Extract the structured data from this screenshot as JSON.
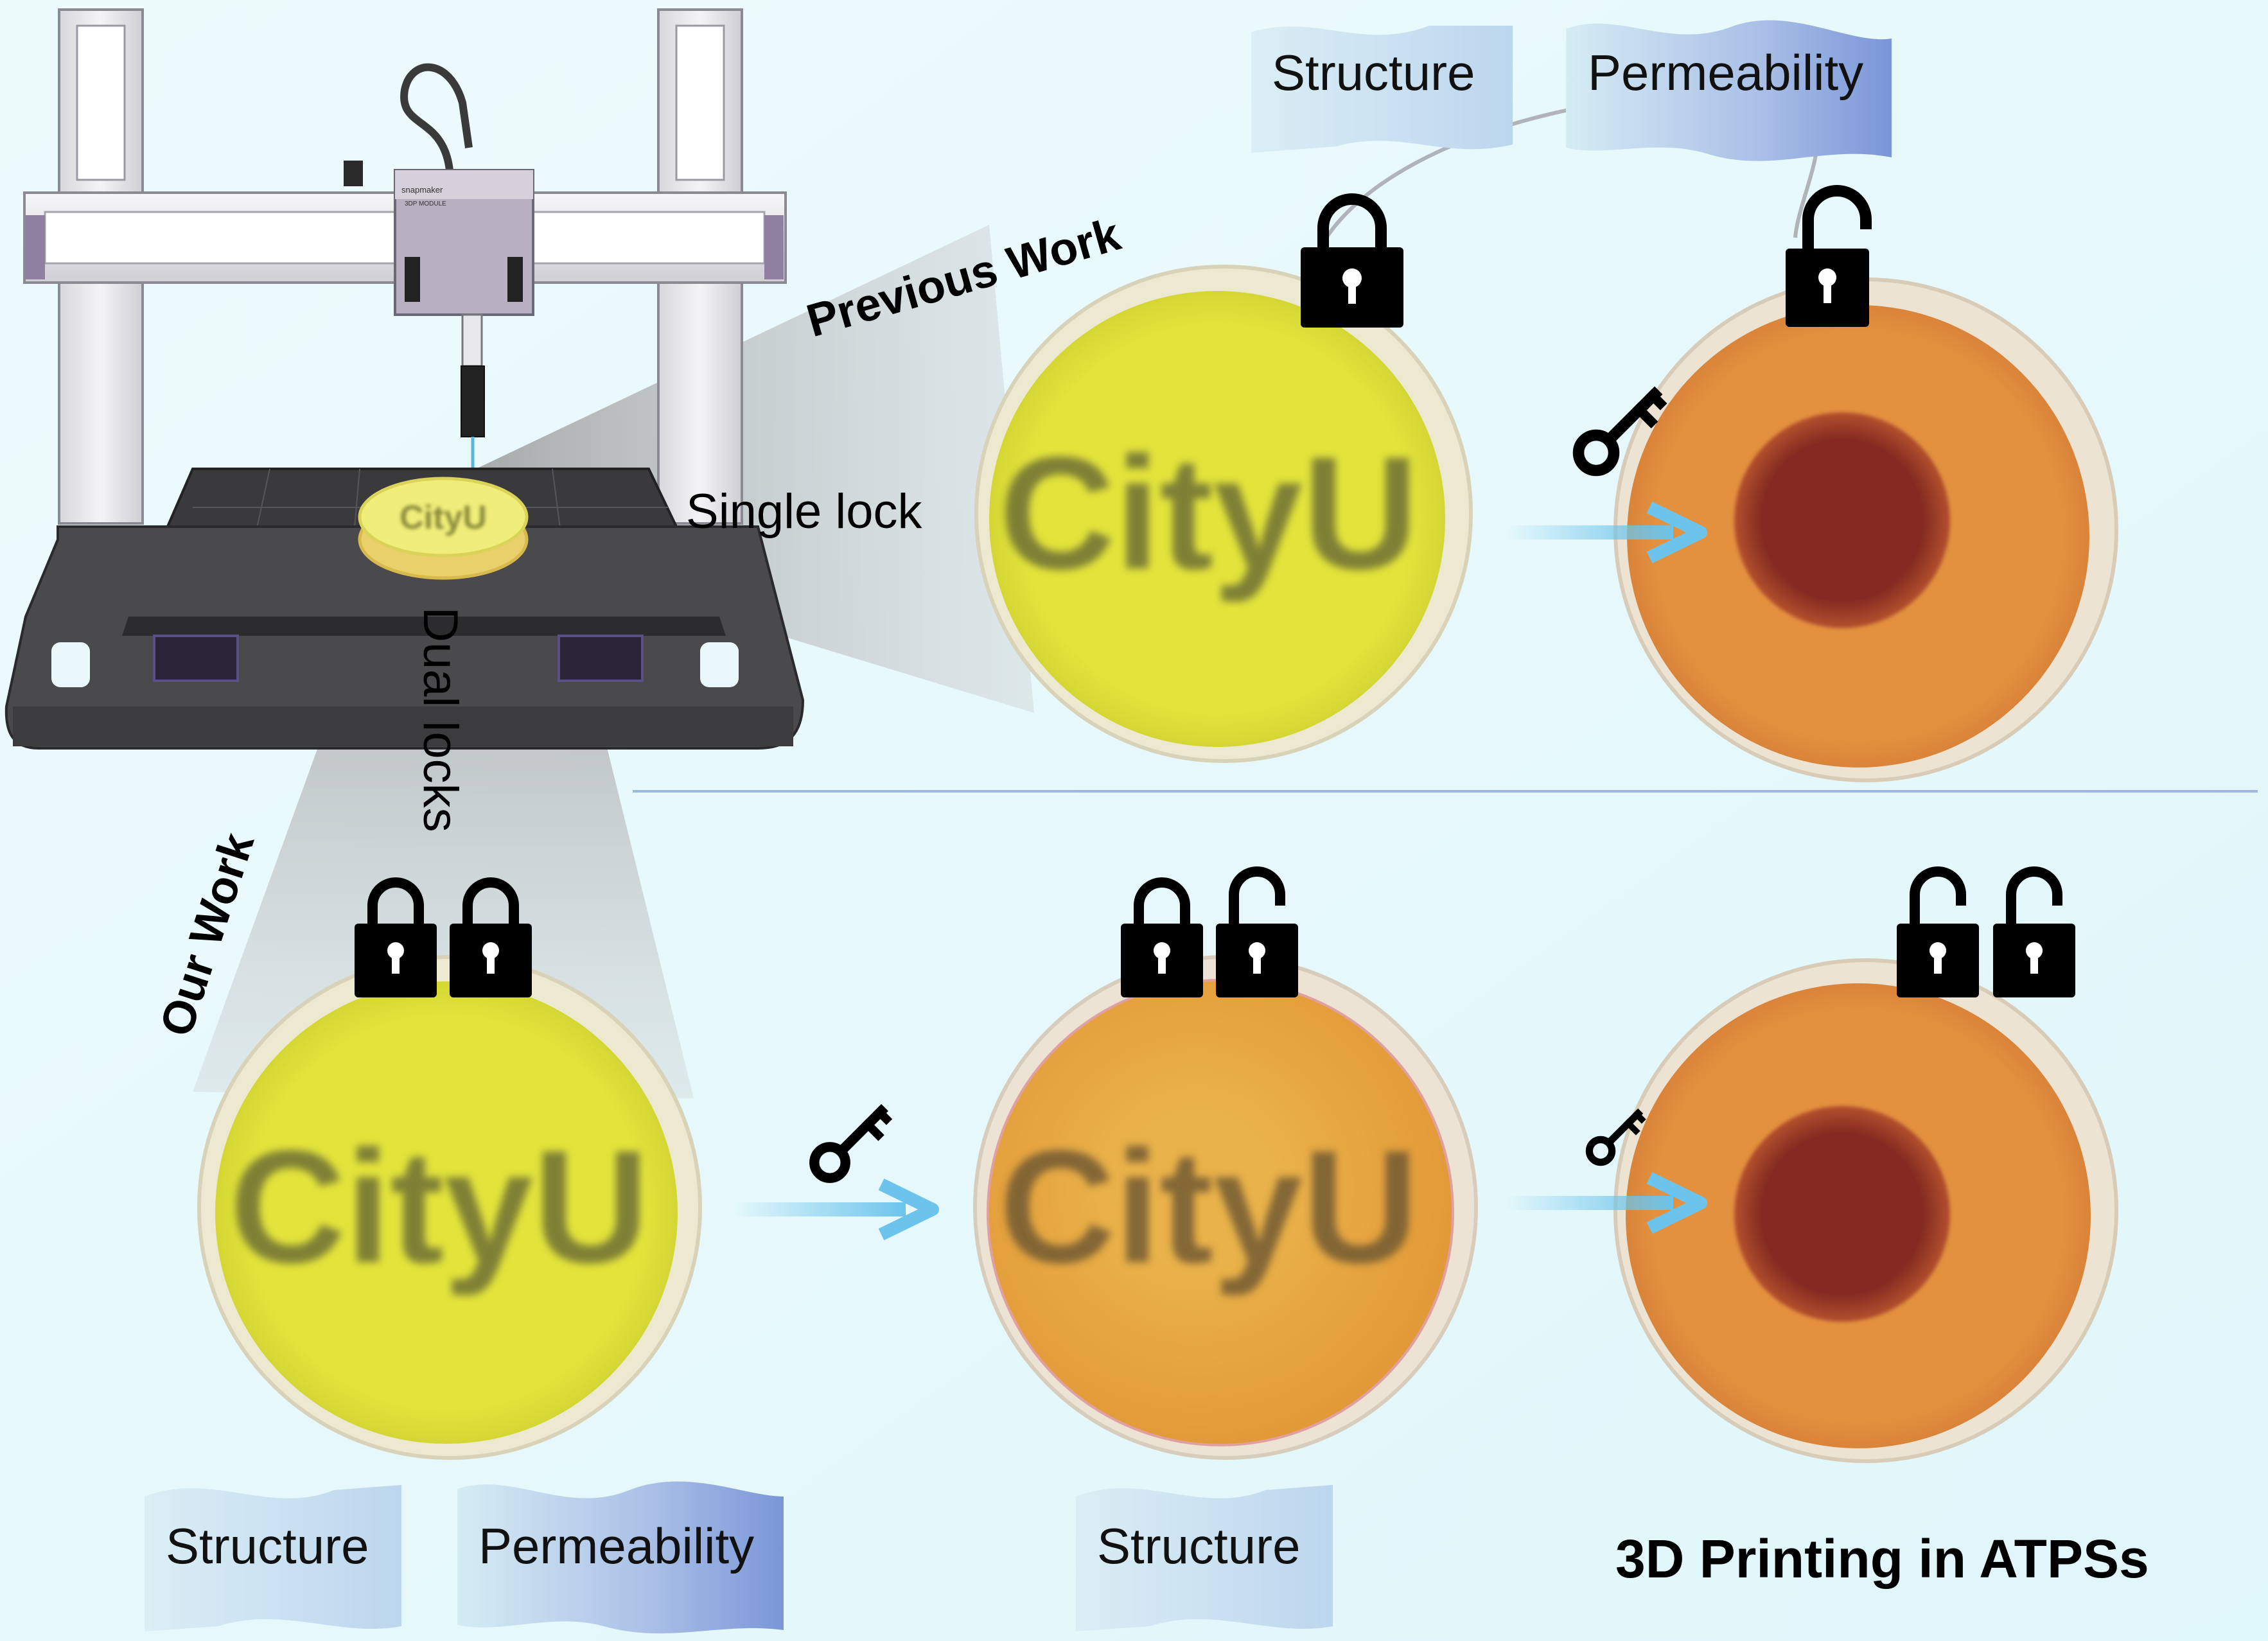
{
  "figure": {
    "top": {
      "heading": "Previous Work",
      "lock_label": "Single lock",
      "banners": [
        "Structure",
        "Permeability"
      ]
    },
    "bottom": {
      "heading": "Our Work",
      "lock_label": "Dual locks",
      "banners_left": [
        "Structure",
        "Permeability"
      ],
      "banners_mid": [
        "Structure"
      ]
    },
    "title": "3D Printing in ATPSs",
    "sample_text": "CityU",
    "printer_sample_text": "CityU",
    "printer_brand": "snapmaker",
    "printer_module": "3DP MODULE"
  },
  "colors": {
    "background": "#eafafc",
    "gel_yellow": "#e2e43c",
    "gel_orange": "#e3913f",
    "gel_amber": "#e8ab3c",
    "dot_red": "#842b22",
    "arrow": "#6cc4ec",
    "banner_light": "#d4e8f2",
    "banner_dark": "#7a96d8",
    "lock": "#000000"
  },
  "icons": [
    "3d-printer-icon",
    "closed-lock-icon",
    "open-lock-icon",
    "key-icon",
    "arrow-right-icon"
  ]
}
